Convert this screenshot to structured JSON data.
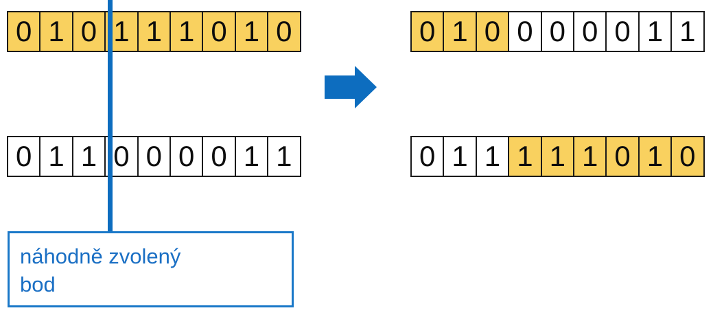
{
  "diagram": {
    "title": "one-point crossover",
    "colors": {
      "highlight": "#f9d15f",
      "accent_blue": "#0d6dbf",
      "box_border_blue": "#1a78c8",
      "cell_border": "#1a1a1a",
      "cell_background": "#ffffff",
      "text": "#0d0d0d"
    },
    "crossover_point_index": 3,
    "rows": {
      "parent_a": {
        "name": "parent-a",
        "bits": [
          "0",
          "1",
          "0",
          "1",
          "1",
          "1",
          "0",
          "1",
          "0"
        ],
        "highlighted": [
          true,
          true,
          true,
          true,
          true,
          true,
          true,
          true,
          true
        ]
      },
      "parent_b": {
        "name": "parent-b",
        "bits": [
          "0",
          "1",
          "1",
          "0",
          "0",
          "0",
          "0",
          "1",
          "1"
        ],
        "highlighted": [
          false,
          false,
          false,
          false,
          false,
          false,
          false,
          false,
          false
        ]
      },
      "child_a": {
        "name": "child-a",
        "bits": [
          "0",
          "1",
          "0",
          "0",
          "0",
          "0",
          "0",
          "1",
          "1"
        ],
        "highlighted": [
          true,
          true,
          true,
          false,
          false,
          false,
          false,
          false,
          false
        ]
      },
      "child_b": {
        "name": "child-b",
        "bits": [
          "0",
          "1",
          "1",
          "1",
          "1",
          "1",
          "0",
          "1",
          "0"
        ],
        "highlighted": [
          false,
          false,
          false,
          true,
          true,
          true,
          true,
          true,
          true
        ]
      }
    },
    "arrow": {
      "name": "right-arrow-icon",
      "direction": "right",
      "color": "#0d6dbf"
    },
    "caption": {
      "name": "random-point-caption",
      "text": "náhodně zvolený\nbod"
    }
  }
}
